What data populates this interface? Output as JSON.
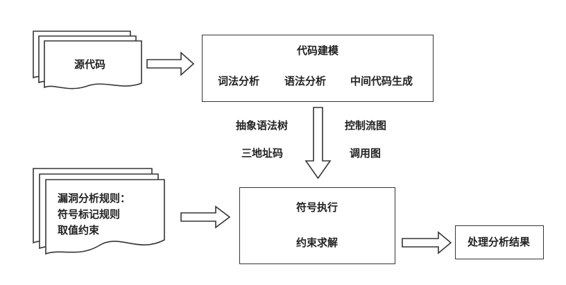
{
  "source": {
    "label": "源代码"
  },
  "modeling": {
    "title": "代码建模",
    "steps": [
      "词法分析",
      "语法分析",
      "中间代码生成"
    ]
  },
  "intermediate": {
    "left": [
      "抽象语法树",
      "三地址码"
    ],
    "right": [
      "控制流图",
      "调用图"
    ]
  },
  "rules": {
    "lines": [
      "漏洞分析规则：",
      "符号标记规则",
      "取值约束"
    ]
  },
  "symbolic": {
    "title": "符号执行",
    "subtitle": "约束求解"
  },
  "result": {
    "label": "处理分析结果"
  }
}
